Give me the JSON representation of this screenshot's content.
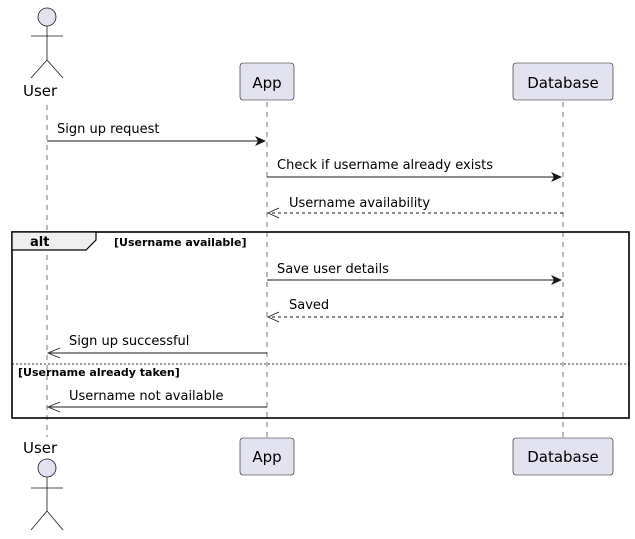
{
  "participants": {
    "user": "User",
    "app": "App",
    "database": "Database"
  },
  "messages": {
    "m1": "Sign up request",
    "m2": "Check if username already exists",
    "m3": "Username availability",
    "m4": "Save user details",
    "m5": "Saved",
    "m6": "Sign up successful",
    "m7": "Username not available"
  },
  "alt": {
    "keyword": "alt",
    "guard1": "[Username available]",
    "guard2": "[Username already taken]"
  },
  "colors": {
    "participant_fill": "#e2e2f0",
    "line": "#181818"
  }
}
